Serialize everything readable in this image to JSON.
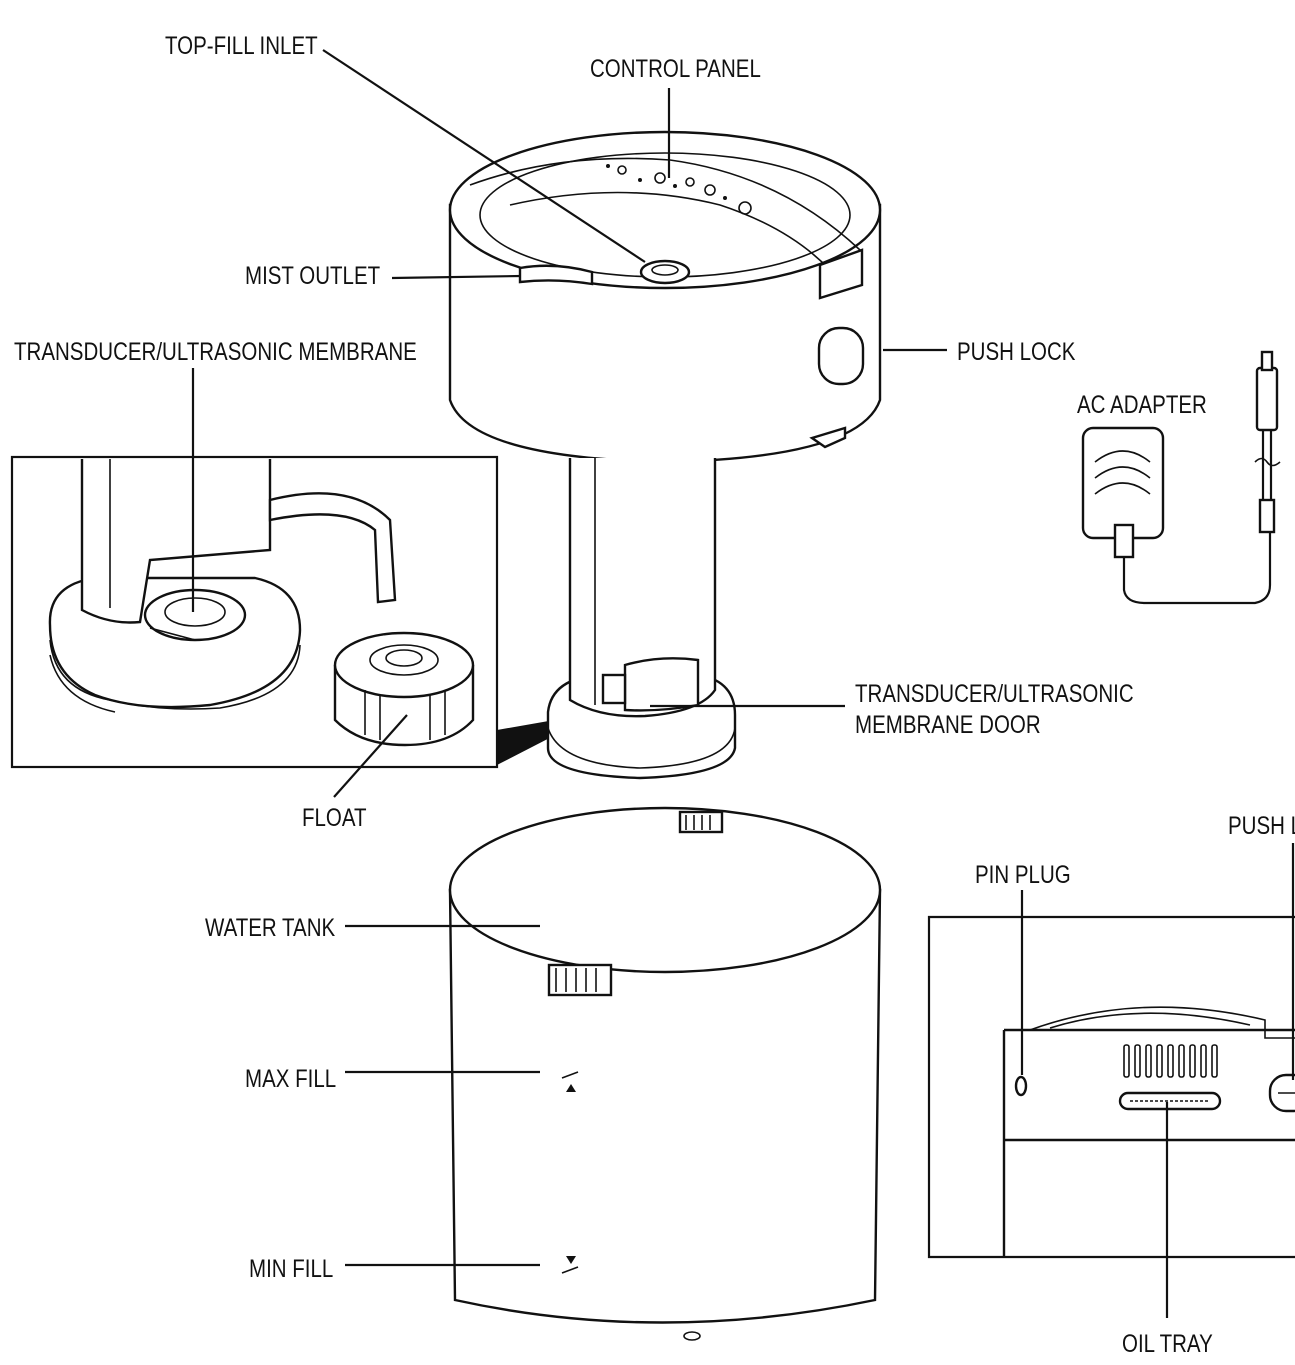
{
  "labels": {
    "top_fill_inlet": "TOP-FILL INLET",
    "control_panel": "CONTROL PANEL",
    "mist_outlet": "MIST OUTLET",
    "transducer_membrane": "TRANSDUCER/ULTRASONIC MEMBRANE",
    "push_lock": "PUSH LOCK",
    "ac_adapter": "AC ADAPTER",
    "membrane_door_line1": "TRANSDUCER/ULTRASONIC",
    "membrane_door_line2": "MEMBRANE DOOR",
    "float": "FLOAT",
    "push_lock_cut": "PUSH L",
    "pin_plug": "PIN PLUG",
    "water_tank": "WATER TANK",
    "max_fill": "MAX FILL",
    "min_fill": "MIN FILL",
    "oil_tray": "OIL TRAY"
  },
  "colors": {
    "ink": "#111111",
    "paper": "#ffffff"
  }
}
